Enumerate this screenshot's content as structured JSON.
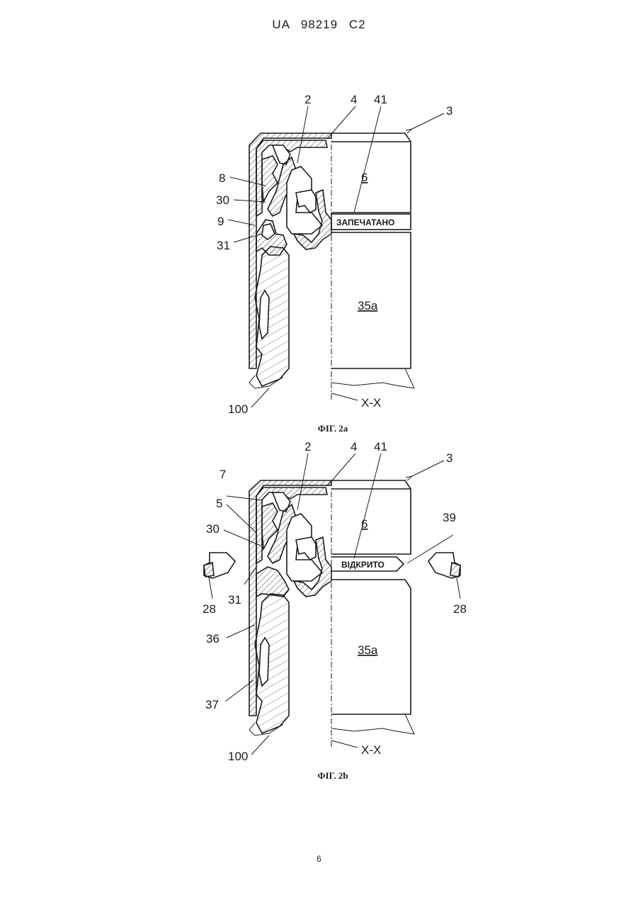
{
  "header": {
    "text": "UA   98219   C2"
  },
  "page_number": "6",
  "figure_a": {
    "caption": "ФІГ. 2a",
    "band_text": "ЗАПЕЧАТАНО",
    "labels": {
      "l2": "2",
      "l4": "4",
      "l41": "41",
      "l3": "3",
      "l6": "6",
      "l8": "8",
      "l30": "30",
      "l9": "9",
      "l31": "31",
      "l35a": "35a",
      "l100": "100",
      "lxx": "X-X"
    }
  },
  "figure_b": {
    "caption": "ФІГ. 2b",
    "band_text": "ВІДКРИТО",
    "labels": {
      "l2": "2",
      "l4": "4",
      "l41": "41",
      "l3": "3",
      "l7": "7",
      "l5": "5",
      "l30": "30",
      "l6": "6",
      "l39": "39",
      "l28_left": "28",
      "l28_right": "28",
      "l31": "31",
      "l36": "36",
      "l35a": "35a",
      "l37": "37",
      "l100": "100",
      "lxx": "X-X"
    }
  }
}
